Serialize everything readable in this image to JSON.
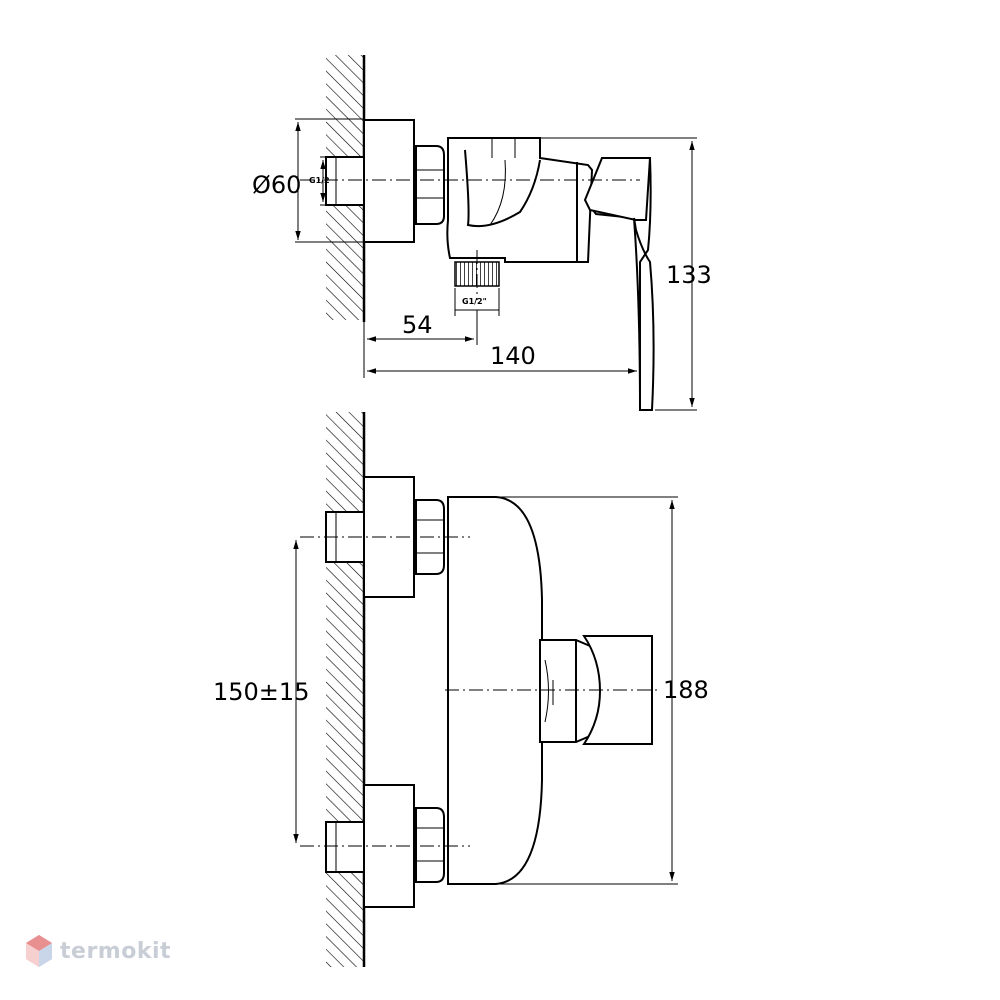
{
  "dimensions": {
    "diameter": "Ø60",
    "thread_wall": "G1/2",
    "thread_outlet": "G1/2\"",
    "d54": "54",
    "d140": "140",
    "d133": "133",
    "d150": "150±15",
    "d188": "188"
  },
  "brand": {
    "name": "termokit",
    "icon": "termokit-logo-icon",
    "color": "#c9ced6"
  }
}
